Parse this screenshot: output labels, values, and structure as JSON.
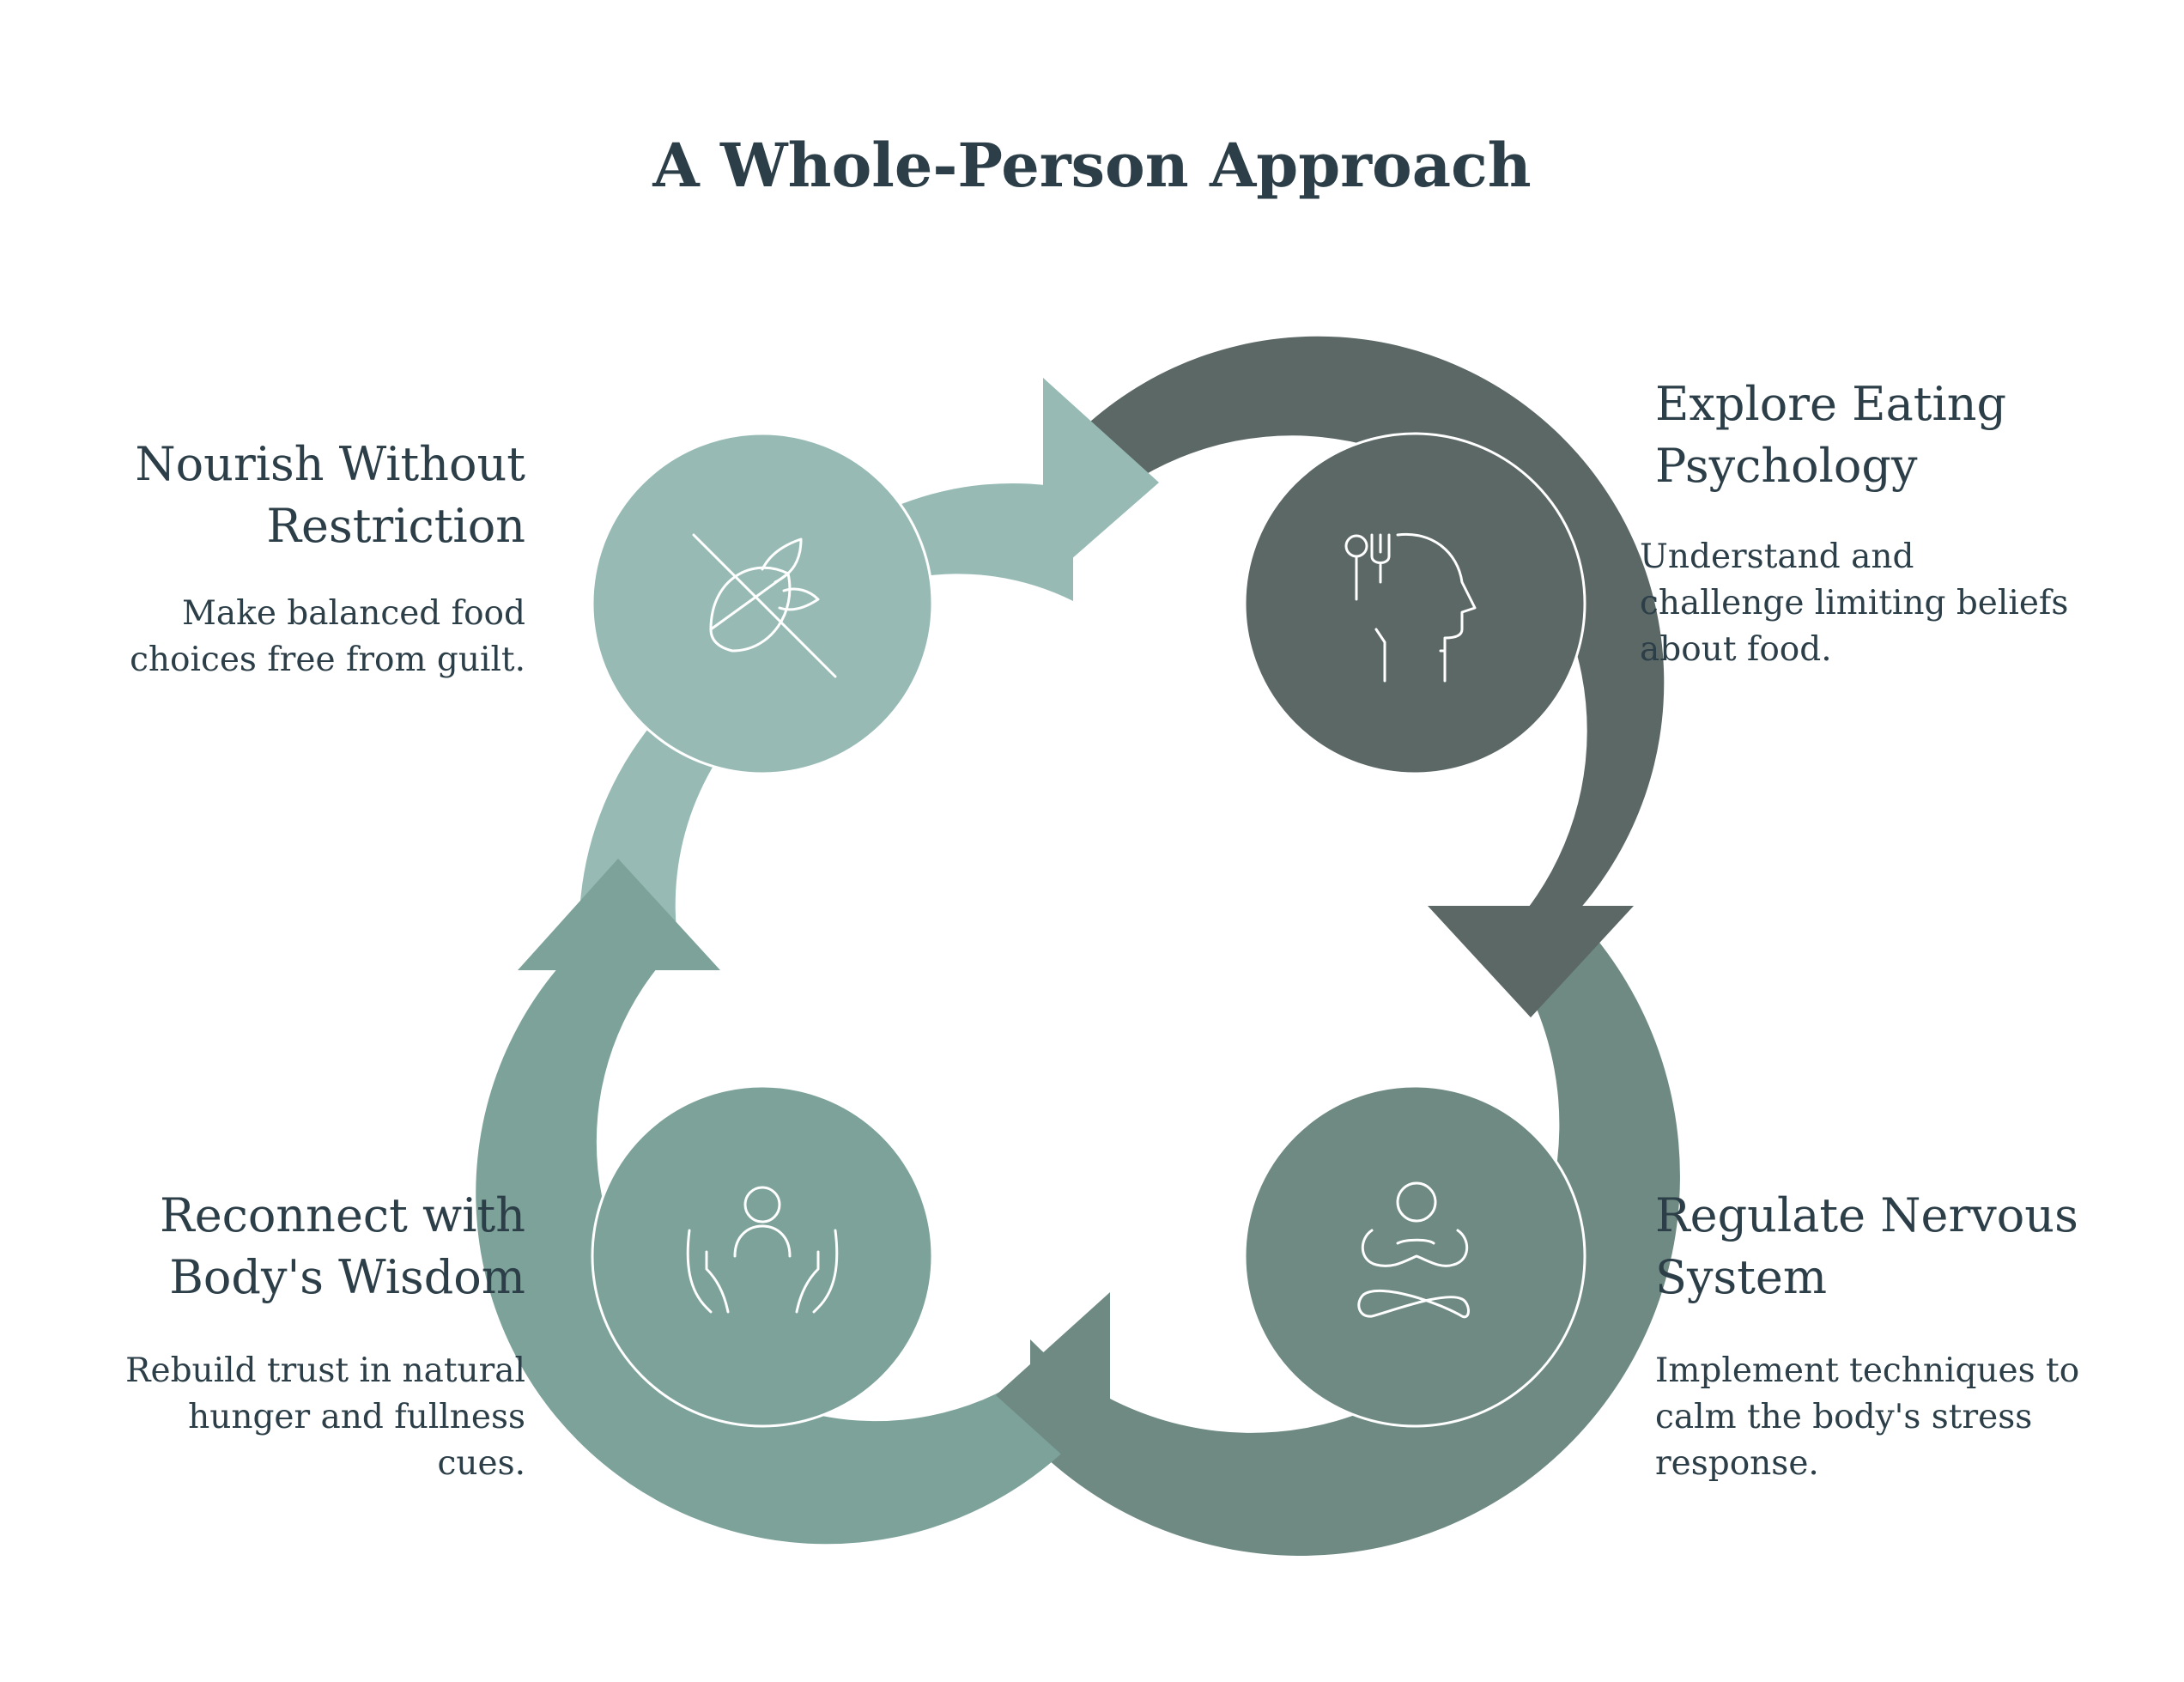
{
  "title": "A Whole-Person Approach",
  "steps": [
    {
      "title_lines": [
        "Nourish Without",
        "Restriction"
      ],
      "desc_lines": [
        "Make balanced food",
        "choices free from guilt."
      ],
      "icon": "crossed-out-leaf-icon",
      "color": "#97bbb4"
    },
    {
      "title_lines": [
        "Explore Eating",
        "Psychology"
      ],
      "desc_lines": [
        "Understand and",
        "challenge limiting beliefs",
        "about food."
      ],
      "icon": "head-with-spoon-and-fork-icon",
      "color": "#5b6865"
    },
    {
      "title_lines": [
        "Regulate Nervous",
        "System"
      ],
      "desc_lines": [
        "Implement techniques to",
        "calm the body's stress",
        "response."
      ],
      "icon": "meditating-person-icon",
      "color": "#6e8a82"
    },
    {
      "title_lines": [
        "Reconnect with",
        "Body's Wisdom"
      ],
      "desc_lines": [
        "Rebuild trust in natural",
        "hunger and fullness",
        "cues."
      ],
      "icon": "person-with-open-hands-icon",
      "color": "#7ca299"
    }
  ]
}
